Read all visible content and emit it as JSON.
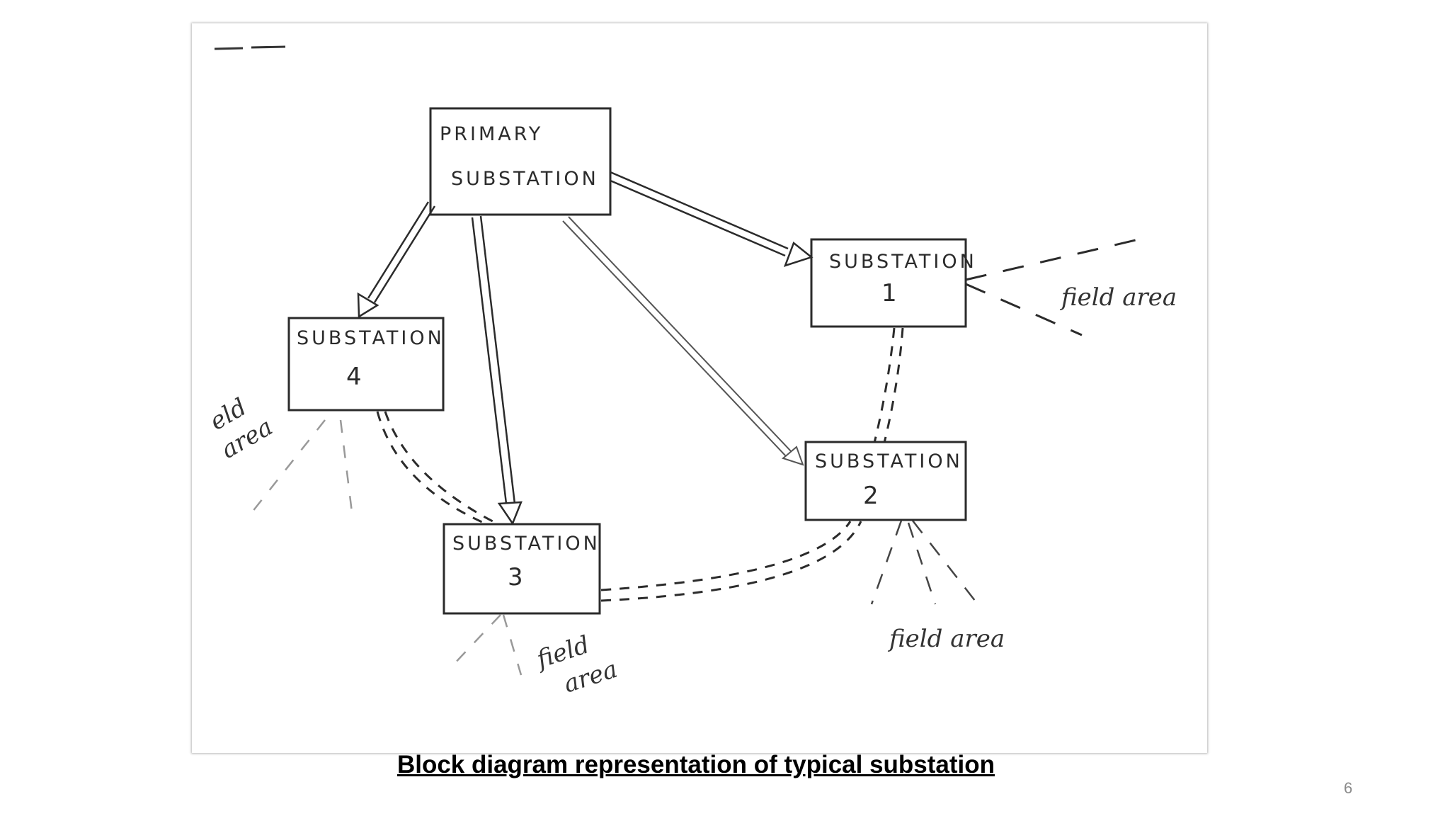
{
  "diagram": {
    "caption": "Block diagram representation of typical substation",
    "page_number": "6",
    "primary": {
      "line1": "PRIMARY",
      "line2": "SUBSTATION"
    },
    "substations": [
      {
        "line1": "SUBSTATION",
        "number": "1"
      },
      {
        "line1": "SUBSTATION",
        "number": "2"
      },
      {
        "line1": "SUBSTATION",
        "number": "3"
      },
      {
        "line1": "SUBSTATION",
        "number": "4"
      }
    ],
    "field_labels": [
      {
        "line1": "field area",
        "line2": ""
      },
      {
        "line1": "field area",
        "line2": ""
      },
      {
        "line1": "field",
        "line2": "area"
      },
      {
        "line1": "eld",
        "line2": "area"
      }
    ],
    "colors": {
      "ink": "#2b2b2b",
      "frame_shadow": "#b8b8b8",
      "caption": "#000000"
    }
  }
}
